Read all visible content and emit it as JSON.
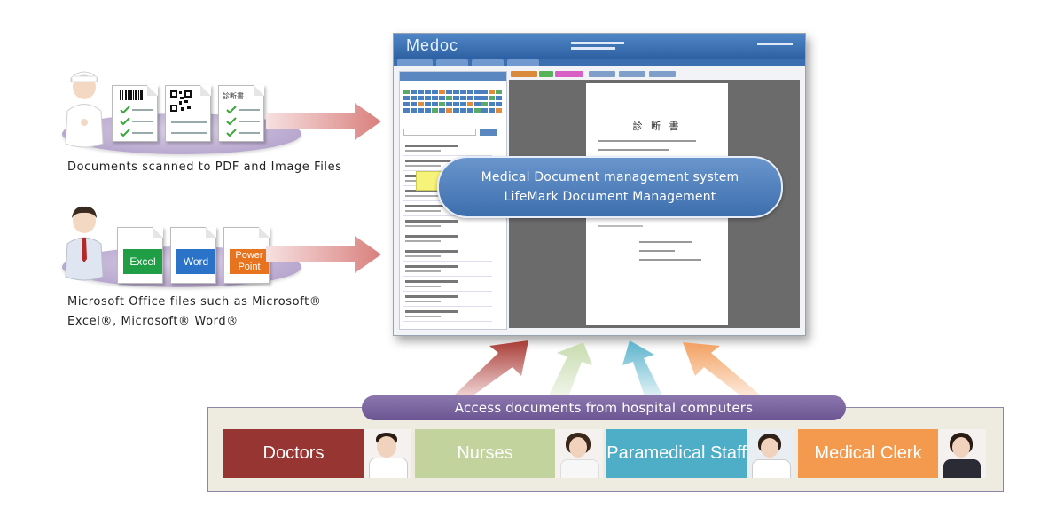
{
  "left": {
    "scanned": {
      "doc_title": "診断書",
      "caption": "Documents scanned to PDF and Image Files"
    },
    "office": {
      "badges": [
        {
          "label": "Excel",
          "color": "#1f9e46"
        },
        {
          "label": "Word",
          "color": "#2a73c9"
        },
        {
          "label": "Power Point",
          "color": "#e8731e"
        }
      ],
      "caption_line1": "Microsoft Office files such as Microsoft®",
      "caption_line2": "Excel®, Microsoft® Word®"
    }
  },
  "screenshot": {
    "app_logo": "Medoc",
    "document_heading": "診 断 書",
    "overlay_line1": "Medical Document management system",
    "overlay_line2": "LifeMark Document Management"
  },
  "bottom": {
    "access_label": "Access documents from  hospital  computers",
    "roles": [
      {
        "label": "Doctors",
        "color": "#973533"
      },
      {
        "label": "Nurses",
        "color": "#c2d39e"
      },
      {
        "label": "Paramedical Staff",
        "color": "#4eaec8"
      },
      {
        "label": "Medical Clerk",
        "color": "#f39a4f"
      }
    ],
    "arrow_colors": [
      "#a93c36",
      "#c7dcae",
      "#5bb3cc",
      "#f3a061"
    ]
  }
}
